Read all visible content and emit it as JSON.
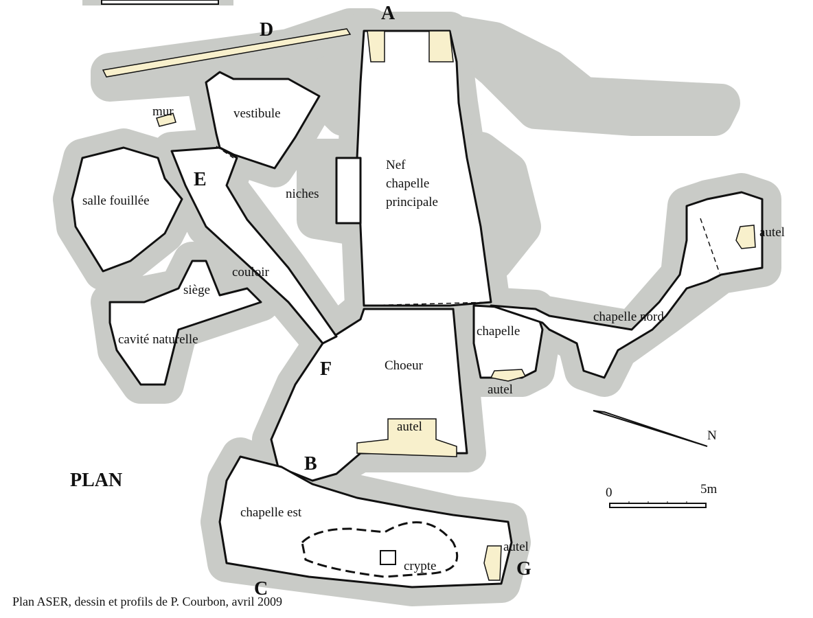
{
  "title": "PLAN",
  "credit": "Plan ASER, dessin et profils de P. Courbon, avril 2009",
  "points": {
    "A": "A",
    "B": "B",
    "C": "C",
    "D": "D",
    "E": "E",
    "F": "F",
    "G": "G"
  },
  "rooms": {
    "vestibule": "vestibule",
    "mur": "mur",
    "salle": "salle fouillée",
    "niches": "niches",
    "nef": [
      "Nef",
      "chapelle",
      "principale"
    ],
    "couloir": "couloir",
    "siege": "siège",
    "cavite": "cavité naturelle",
    "choeur": "Choeur",
    "autel_choeur": "autel",
    "chapelle": "chapelle",
    "autel_chapelle": "autel",
    "chapelle_nord": "chapelle nord",
    "autel_nord": "autel",
    "chapelle_est": "chapelle est",
    "crypte": "crypte",
    "autel_est": "autel"
  },
  "north": "N",
  "scale": {
    "start": "0",
    "end": "5m"
  },
  "colors": {
    "rock": "#c9cbc7",
    "wall": "#f8f0cc",
    "line": "#111111"
  }
}
